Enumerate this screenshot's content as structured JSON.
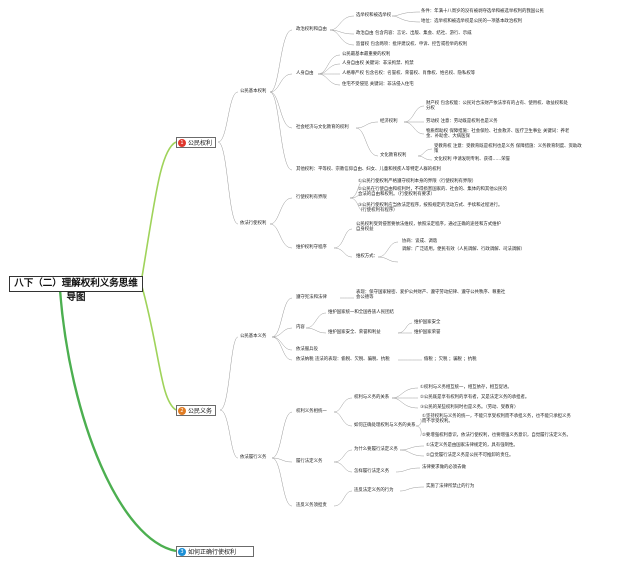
{
  "root": "八下（二）理解权利义务思维导图",
  "colors": {
    "green": "#7bc043",
    "orange": "#e07b22",
    "teal": "#1f8a78",
    "num1": "#e0362c",
    "num2": "#e07b22",
    "num3": "#1b8fd6"
  },
  "branch1": {
    "num": "1",
    "title": "公民权利",
    "sec_basic": "公民基本权利",
    "zhengzhi": "政治权利和自由",
    "xuanju": "选举权和被选举权",
    "tiaojian": "条件：年满十八周岁的没有被剥夺选举和被选举权利的我国公民",
    "diwei": "地位：选举权和被选举权是公民的一项基本政治权利",
    "zhengzhiziyou": "政治自由 包含内容：言论、出版、集会、结社、游行、示威",
    "jiandu": "监督权 包含两项：批评建议权、申诉、控告或检举的权利",
    "renshen_head": "公民最基本最重要的权利",
    "renshen": "人身自由",
    "rs1": "人身自由权 关键词：非法拘禁、拘禁",
    "rs2": "人格尊严权 包含名权：名誉权、荣誉权、肖像权、姓名权、隐私权等",
    "rs3": "住宅不受侵犯 关键词：非法侵入住宅",
    "shehui": "社会经济与文化教育的权利",
    "jingji": "经济权利",
    "caichan": "财产权 包含权能：公民对合法财产依法享有的占有、使用权、收益权和处分权",
    "laodong": "劳动权 注意：劳动既是权利也是义务",
    "wuzhi": "物质帮助权 保障措施：社会保险、社会救济、医疗卫生事业 关键词：养老金、补助金、大病医保",
    "wenhua": "文化教育权利",
    "jiaoyu": "受教育权 注意：受教育既是权利也是义务 保障措施：义务教育制度、资助政策",
    "wenhuaquan": "文化权利 申请发明专利、获得……荣誉",
    "other": "其他权利：平等权、宗教信仰自由、妇女、儿童和残疾人等特定人群的权利",
    "sec_exercise": "依法行使权利",
    "jiexian": "行使权利有界限",
    "jx1": "①公民行使权利严格遵守权利本身的界限（行使权利有界限）",
    "jx2": "②公民在行使自由和权利时，不得损害国家的、社会的、集体的和其他公民的合法的自由和权利。（行使权利有要求）",
    "jx3": "③公民行使权利应当依法定程序，按照规定的活动方式、手续和过程进行。（行使权利有程序）",
    "weiquan": "维护权利守程序",
    "wq_head": "公民权利受到侵害要依法维权，依照法定程序，通过正确的途径和方式维护自身权益",
    "wq_fangshi": "维权方式：",
    "xieshang": "协商：谈成、调谐",
    "tiaojie": "调解：广泛适用，便民有效（人民调解、行政调解、司法调解）"
  },
  "branch2": {
    "num": "2",
    "title": "公民义务",
    "sec_basic": "公民基本义务",
    "zunshou": "遵守宪法和法律",
    "zunshou_d": "表现：保守国家秘密、爱护公共财产、遵守劳动纪律、遵守公共秩序、尊重社会公德等",
    "nei": "内容",
    "tongyi": "维护国家统一和全国各族人民团结",
    "anquan": "维护国家安全、荣誉和利益",
    "aq1": "维护国家安全",
    "aq2": "维护国家荣誉",
    "bingyi": "依法服兵役",
    "nashui": "依法纳税 违法的表现：偷税、欠税、骗税、抗税",
    "taoshui": "偷税 ；欠税 ；骗税 ；抗税",
    "sec_perform": "依法履行义务",
    "tongyi_rel": "权利义务相统一",
    "yiwu_xiangtong": "权利与义务的关系",
    "tg1": "①权利与义务相互统一，相互依存，相互促进。",
    "tg2": "②公民既是享有权利的享有者，又是法定义务的承担者。",
    "tg3": "③公民的某些权利同时也是义务。（劳动、受教育）",
    "zhengque": "如何正确处理权利与义务的关系",
    "zq1": "①坚持权利与义务的统一，不能只享受权利而不承担义务，也不能只承担义务而不享受权利。",
    "zq2": "②要增强权利意识，依法行使权利，也要增强义务意识，自觉履行法定义务。",
    "lvxing": "履行法定义务",
    "weishenme": "为什么要履行法定义务",
    "ws1": "①法定义务是由国家法律规定的，具有强制性。",
    "ws2": "②自觉履行法定义务是公民不可推卸的责任。",
    "zenyang": "怎样履行法定义务",
    "zy1": "法律要求做的必须去做",
    "weifan": "违反义务须担责",
    "wf_head": "违反法定义务的行为",
    "wf1": "实施了法律所禁止的行为"
  },
  "branch3": {
    "num": "3",
    "title": "如何正确行使权利"
  }
}
